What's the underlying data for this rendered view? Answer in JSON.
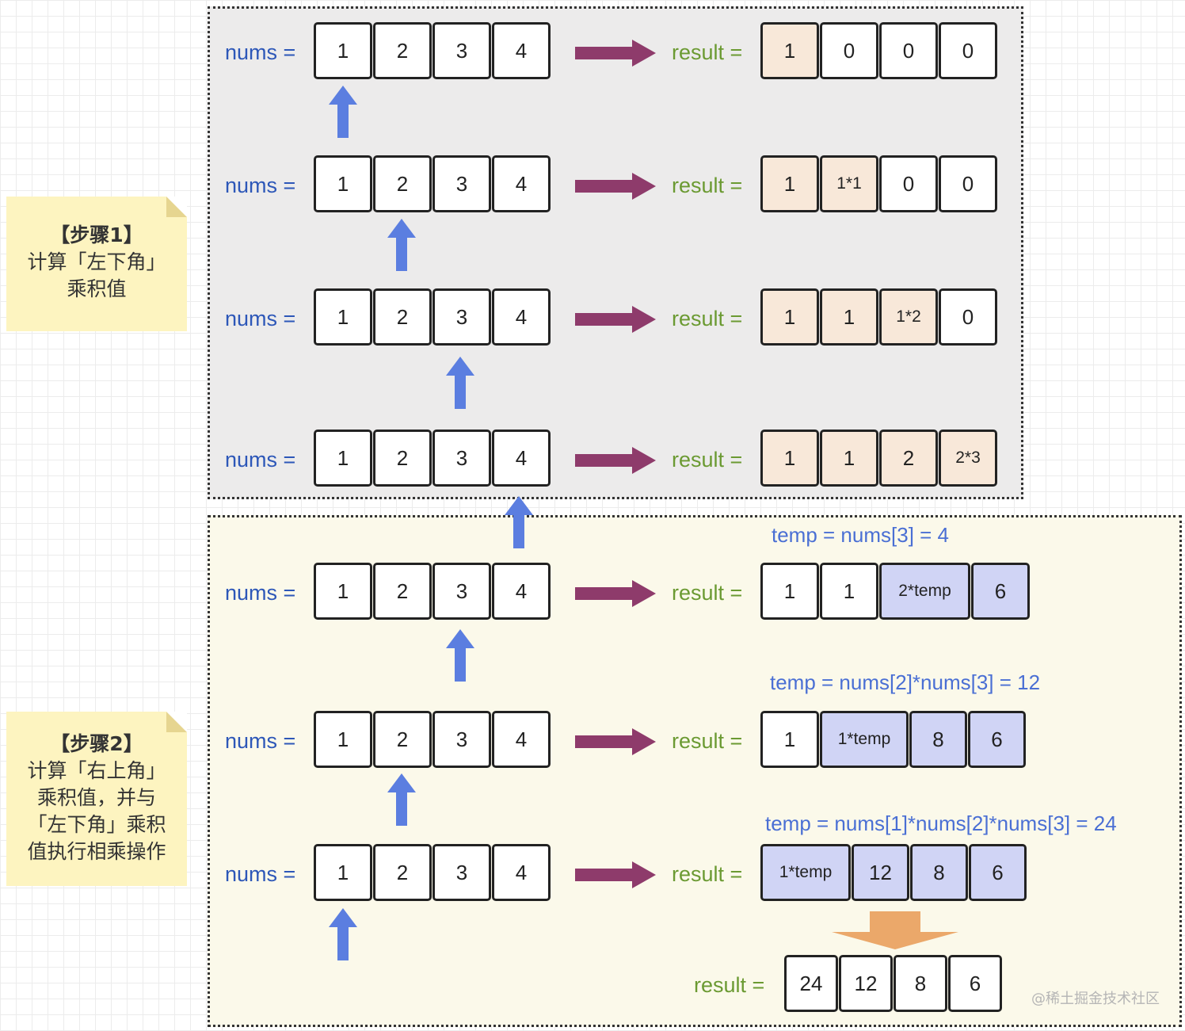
{
  "step1": {
    "title": "【步骤1】",
    "lines": [
      "计算「左下角」",
      "乘积值"
    ]
  },
  "step2": {
    "title": "【步骤2】",
    "lines": [
      "计算「右上角」",
      "乘积值，并与",
      "「左下角」乘积",
      "值执行相乘操作"
    ]
  },
  "labels": {
    "nums": "nums =",
    "result": "result ="
  },
  "nums": [
    "1",
    "2",
    "3",
    "4"
  ],
  "rows": [
    {
      "pointer": 0,
      "result": [
        {
          "v": "1",
          "c": "peach"
        },
        {
          "v": "0",
          "c": "white"
        },
        {
          "v": "0",
          "c": "white"
        },
        {
          "v": "0",
          "c": "white"
        }
      ]
    },
    {
      "pointer": 1,
      "result": [
        {
          "v": "1",
          "c": "peach"
        },
        {
          "v": "1*1",
          "c": "peach"
        },
        {
          "v": "0",
          "c": "white"
        },
        {
          "v": "0",
          "c": "white"
        }
      ]
    },
    {
      "pointer": 2,
      "result": [
        {
          "v": "1",
          "c": "peach"
        },
        {
          "v": "1",
          "c": "peach"
        },
        {
          "v": "1*2",
          "c": "peach"
        },
        {
          "v": "0",
          "c": "white"
        }
      ]
    },
    {
      "pointer": 3,
      "result": [
        {
          "v": "1",
          "c": "peach"
        },
        {
          "v": "1",
          "c": "peach"
        },
        {
          "v": "2",
          "c": "peach"
        },
        {
          "v": "2*3",
          "c": "peach"
        }
      ]
    },
    {
      "pointer": 2,
      "temp": "temp = nums[3] = 4",
      "result": [
        {
          "v": "1",
          "c": "white"
        },
        {
          "v": "1",
          "c": "white"
        },
        {
          "v": "2*temp",
          "c": "lav"
        },
        {
          "v": "6",
          "c": "lav"
        }
      ]
    },
    {
      "pointer": 1,
      "temp": "temp = nums[2]*nums[3] = 12",
      "result": [
        {
          "v": "1",
          "c": "white"
        },
        {
          "v": "1*temp",
          "c": "lav"
        },
        {
          "v": "8",
          "c": "lav"
        },
        {
          "v": "6",
          "c": "lav"
        }
      ]
    },
    {
      "pointer": 0,
      "temp": "temp = nums[1]*nums[2]*nums[3] = 24",
      "result": [
        {
          "v": "1*temp",
          "c": "lav"
        },
        {
          "v": "12",
          "c": "lav"
        },
        {
          "v": "8",
          "c": "lav"
        },
        {
          "v": "6",
          "c": "lav"
        }
      ]
    }
  ],
  "final": {
    "label": "result =",
    "values": [
      "24",
      "12",
      "8",
      "6"
    ]
  },
  "watermark": "@稀土掘金技术社区",
  "colors": {
    "blue_arrow": "#5b7ee0",
    "purple_arrow": "#8e3b6b",
    "orange_arrow": "#eba86a",
    "peach": "#f8e8d9",
    "lavender": "#d0d4f5"
  }
}
